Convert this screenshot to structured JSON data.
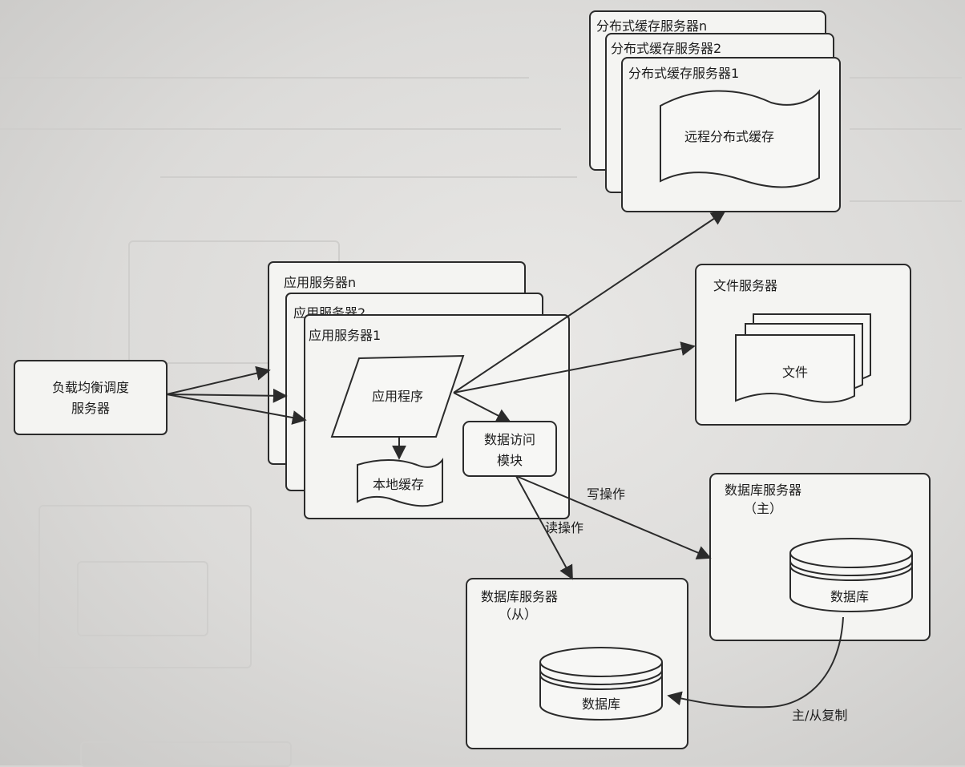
{
  "load_balancer": {
    "line1": "负载均衡调度",
    "line2": "服务器"
  },
  "app_servers": {
    "stack_labels": [
      "应用服务器n",
      "应用服务器2",
      "应用服务器1"
    ],
    "app_program": "应用程序",
    "local_cache": "本地缓存",
    "data_access": {
      "line1": "数据访问",
      "line2": "模块"
    }
  },
  "cache_servers": {
    "stack_labels": [
      "分布式缓存服务器n",
      "分布式缓存服务器2",
      "分布式缓存服务器1"
    ],
    "remote_cache": "远程分布式缓存"
  },
  "file_server": {
    "title": "文件服务器",
    "file": "文件"
  },
  "db_master": {
    "title": "数据库服务器",
    "subtitle": "（主）",
    "db": "数据库"
  },
  "db_slave": {
    "title": "数据库服务器",
    "subtitle": "（从）",
    "db": "数据库"
  },
  "edges": {
    "write": "写操作",
    "read": "读操作",
    "replication": "主/从复制"
  }
}
